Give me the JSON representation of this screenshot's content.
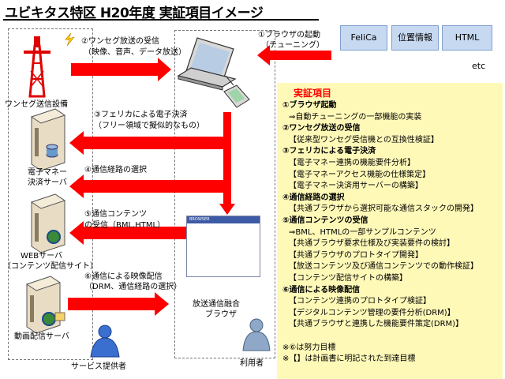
{
  "title": "ユビキタス特区 H20年度 実証項目イメージ",
  "tags": [
    "FeliCa",
    "位置情報",
    "HTML"
  ],
  "etc": "etc",
  "labels": {
    "startup": [
      "①ブラウザの起動",
      "（チューニング）"
    ],
    "oneseg_recv": [
      "②ワンセグ放送の受信",
      "（映像、音声、データ放送）"
    ],
    "oneseg_station": "ワンセグ送信設備",
    "felica": [
      "③フェリカによる電子決済",
      "（フリー領域で擬似的なもの）"
    ],
    "emoney": [
      "電子マネー",
      "決済サーバ"
    ],
    "route": "④通信経路の選択",
    "content_recv": [
      "⑤通信コンテンツ",
      "の受信（BML,HTML）"
    ],
    "web": [
      "WEBサーバ",
      "（コンテンツ配信サイト）"
    ],
    "video_label": [
      "⑥通信による映像配信",
      "（DRM、通信経路の選択）"
    ],
    "video_server": "動画配信サーバ",
    "browser": [
      "放送通信融合",
      "ブラウザ"
    ],
    "browser_bar": "BROWSER",
    "provider": "サービス提供者",
    "user": "利用者"
  },
  "panel": {
    "title": "実証項目",
    "lines": [
      {
        "t": "①ブラウザ起動",
        "k": "b"
      },
      {
        "t": "⇒自動チューニングの一部機能の実装",
        "k": "i"
      },
      {
        "t": "②ワンセグ放送の受信",
        "k": "b"
      },
      {
        "t": "【従来型ワンセグ受信機との互換性検証】",
        "k": "i"
      },
      {
        "t": "③フェリカによる電子決済",
        "k": "b"
      },
      {
        "t": "【電子マネー連携の機能要件分析】",
        "k": "i"
      },
      {
        "t": "【電子マネーアクセス機能の仕様策定】",
        "k": "i"
      },
      {
        "t": "【電子マネー決済用サーバーの構築】",
        "k": "i"
      },
      {
        "t": "④通信経路の選択",
        "k": "b"
      },
      {
        "t": "【共通ブラウザから選択可能な通信スタックの開発】",
        "k": "i"
      },
      {
        "t": "⑤通信コンテンツの受信",
        "k": "b"
      },
      {
        "t": "⇒BML、HTMLの一部サンプルコンテンツ",
        "k": "i"
      },
      {
        "t": "【共通ブラウザ要求仕様及び実装要件の検討】",
        "k": "i"
      },
      {
        "t": "【共通ブラウザのプロトタイプ開発】",
        "k": "i"
      },
      {
        "t": "【放送コンテンツ及び通信コンテンツでの動作検証】",
        "k": "i"
      },
      {
        "t": "【コンテンツ配信サイトの構築】",
        "k": "i"
      },
      {
        "t": "⑥通信による映像配信",
        "k": "b"
      },
      {
        "t": "【コンテンツ連携のプロトタイプ検証】",
        "k": "i"
      },
      {
        "t": "【デジタルコンテンツ管理の要件分析(DRM)】",
        "k": "i"
      },
      {
        "t": "【共通ブラウザと連携した機能要件策定(DRM)】",
        "k": "i"
      },
      {
        "t": "",
        "k": ""
      },
      {
        "t": "※⑥は努力目標",
        "k": ""
      },
      {
        "t": "※【】は計画書に明記された到達目標",
        "k": ""
      }
    ]
  },
  "colors": {
    "arrow": "#ff0000",
    "panel": "#fff9b8",
    "tag": "#c6d9f1",
    "title_accent": "#ff0000"
  }
}
